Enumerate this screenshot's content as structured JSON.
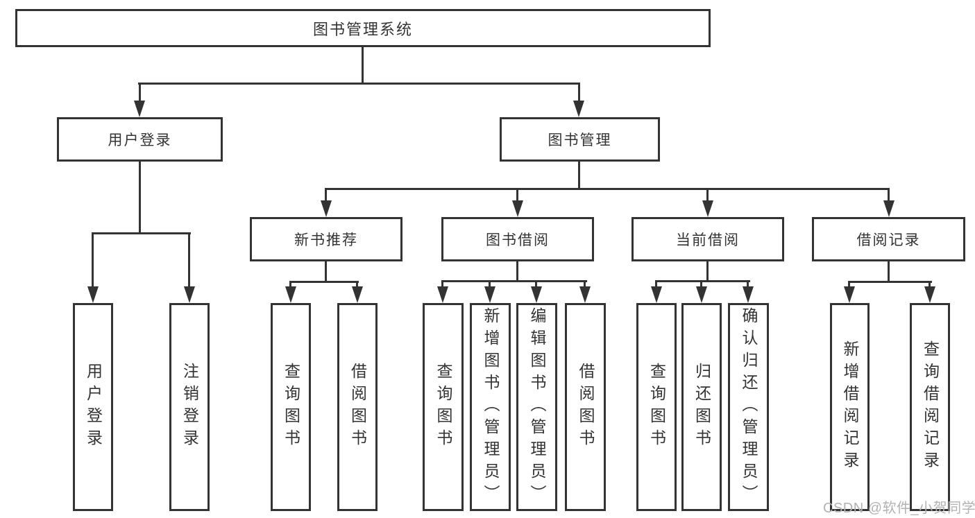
{
  "diagram": {
    "tree": {
      "label": "图书管理系统",
      "children": [
        {
          "label": "用户登录",
          "children": [
            {
              "label": "用户登录"
            },
            {
              "label": "注销登录"
            }
          ]
        },
        {
          "label": "图书管理",
          "children": [
            {
              "label": "新书推荐",
              "children": [
                {
                  "label": "查询图书"
                },
                {
                  "label": "借阅图书"
                }
              ]
            },
            {
              "label": "图书借阅",
              "children": [
                {
                  "label": "查询图书"
                },
                {
                  "label": "新增图书（管理员）"
                },
                {
                  "label": "编辑图书（管理员）"
                },
                {
                  "label": "借阅图书"
                }
              ]
            },
            {
              "label": "当前借阅",
              "children": [
                {
                  "label": "查询图书"
                },
                {
                  "label": "归还图书"
                },
                {
                  "label": "确认归还（管理员）"
                }
              ]
            },
            {
              "label": "借阅记录",
              "children": [
                {
                  "label": "新增借阅记录"
                },
                {
                  "label": "查询借阅记录"
                }
              ]
            }
          ]
        }
      ]
    }
  },
  "watermark": {
    "text": "CSDN @软件_小贺同学"
  },
  "colors": {
    "line": "#333333",
    "text": "#333333",
    "box_background": "#ffffff",
    "page_background": "#ffffff",
    "watermark": "#b2b2b2"
  }
}
